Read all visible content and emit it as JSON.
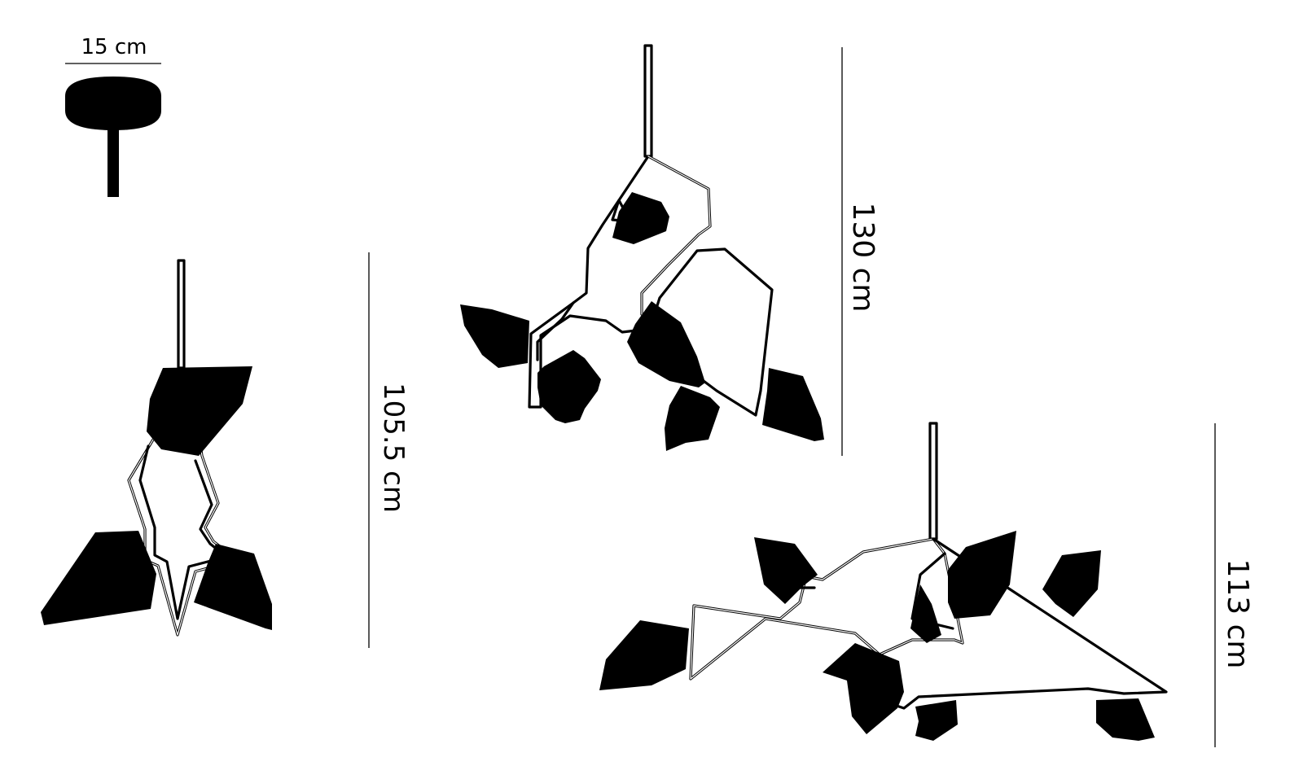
{
  "canopy": {
    "label": "15 cm"
  },
  "dimensions": {
    "small": "105.5 cm",
    "medium": "130 cm",
    "large": "113 cm"
  },
  "colors": {
    "ink": "#000000",
    "background": "#ffffff"
  }
}
